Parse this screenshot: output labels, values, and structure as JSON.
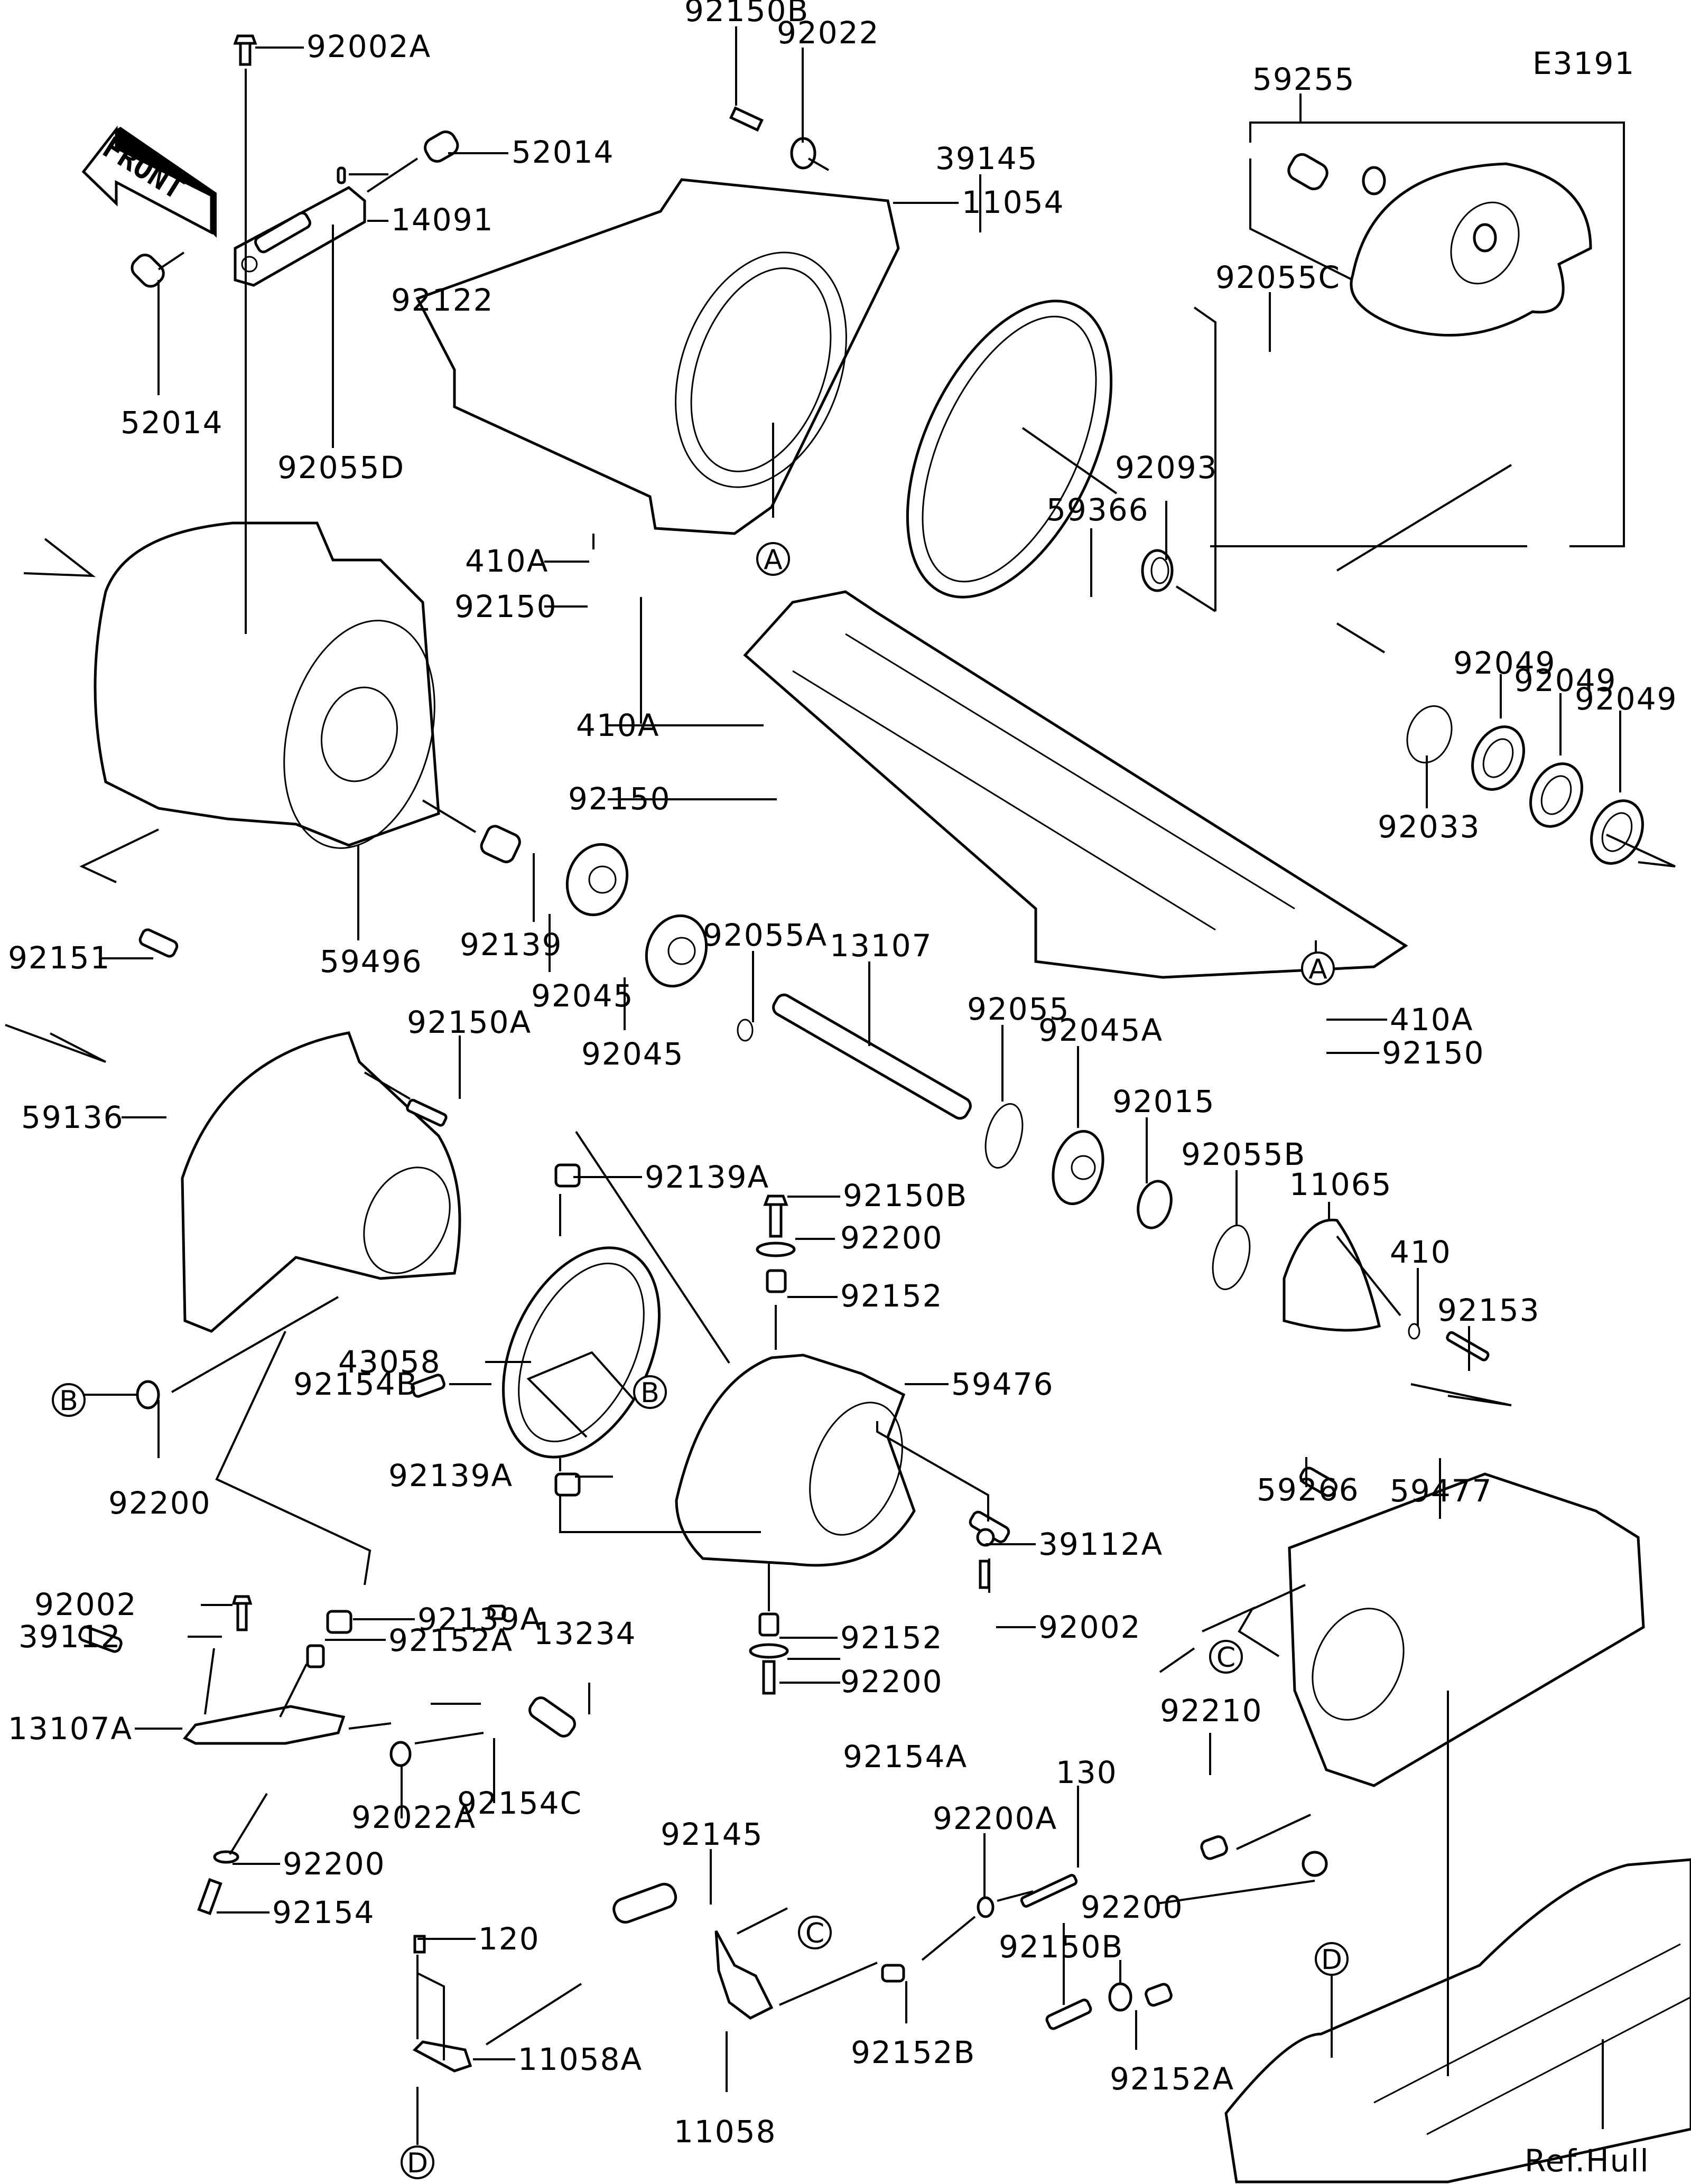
{
  "diagram": {
    "code": "E3191",
    "direction_marker": "FRONT",
    "reference_note": "Ref.Hull",
    "ref_markers": [
      "A",
      "B",
      "C",
      "D"
    ],
    "callouts": [
      {
        "id": "c1",
        "text": "92002A"
      },
      {
        "id": "c2",
        "text": "52014"
      },
      {
        "id": "c3",
        "text": "14091"
      },
      {
        "id": "c4",
        "text": "92122"
      },
      {
        "id": "c5",
        "text": "52014"
      },
      {
        "id": "c6",
        "text": "92055D"
      },
      {
        "id": "c7",
        "text": "92150B"
      },
      {
        "id": "c8",
        "text": "92022"
      },
      {
        "id": "c9",
        "text": "11054"
      },
      {
        "id": "c10",
        "text": "39145"
      },
      {
        "id": "c11",
        "text": "59255"
      },
      {
        "id": "c12",
        "text": "92055C"
      },
      {
        "id": "c13",
        "text": "92093"
      },
      {
        "id": "c14",
        "text": "410A"
      },
      {
        "id": "c15",
        "text": "92150"
      },
      {
        "id": "c16",
        "text": "59366"
      },
      {
        "id": "c17",
        "text": "410A"
      },
      {
        "id": "c18",
        "text": "92150"
      },
      {
        "id": "c19",
        "text": "92049"
      },
      {
        "id": "c20",
        "text": "92049"
      },
      {
        "id": "c21",
        "text": "92049"
      },
      {
        "id": "c22",
        "text": "92033"
      },
      {
        "id": "c23",
        "text": "410A"
      },
      {
        "id": "c24",
        "text": "92150"
      },
      {
        "id": "c25",
        "text": "92151"
      },
      {
        "id": "c26",
        "text": "59496"
      },
      {
        "id": "c27",
        "text": "92139"
      },
      {
        "id": "c28",
        "text": "92045"
      },
      {
        "id": "c29",
        "text": "92045"
      },
      {
        "id": "c30",
        "text": "92055A"
      },
      {
        "id": "c31",
        "text": "13107"
      },
      {
        "id": "c32",
        "text": "92055"
      },
      {
        "id": "c33",
        "text": "92045A"
      },
      {
        "id": "c34",
        "text": "92015"
      },
      {
        "id": "c35",
        "text": "92055B"
      },
      {
        "id": "c36",
        "text": "11065"
      },
      {
        "id": "c37",
        "text": "410"
      },
      {
        "id": "c38",
        "text": "92153"
      },
      {
        "id": "c39",
        "text": "92150A"
      },
      {
        "id": "c40",
        "text": "59136"
      },
      {
        "id": "c41",
        "text": "92150B"
      },
      {
        "id": "c42",
        "text": "92139A"
      },
      {
        "id": "c43",
        "text": "92200"
      },
      {
        "id": "c44",
        "text": "92152"
      },
      {
        "id": "c45",
        "text": "43058"
      },
      {
        "id": "c46",
        "text": "59476"
      },
      {
        "id": "c47",
        "text": "92154B"
      },
      {
        "id": "c48",
        "text": "92139A"
      },
      {
        "id": "c49",
        "text": "92200"
      },
      {
        "id": "c50",
        "text": "39112A"
      },
      {
        "id": "c51",
        "text": "92002"
      },
      {
        "id": "c52",
        "text": "92152"
      },
      {
        "id": "c53",
        "text": "92200"
      },
      {
        "id": "c54",
        "text": "92154A"
      },
      {
        "id": "c55",
        "text": "92002"
      },
      {
        "id": "c56",
        "text": "92139A"
      },
      {
        "id": "c57",
        "text": "39112"
      },
      {
        "id": "c58",
        "text": "92152A"
      },
      {
        "id": "c59",
        "text": "13234"
      },
      {
        "id": "c60",
        "text": "13107A"
      },
      {
        "id": "c61",
        "text": "92022A"
      },
      {
        "id": "c62",
        "text": "92154C"
      },
      {
        "id": "c63",
        "text": "92200"
      },
      {
        "id": "c64",
        "text": "92154"
      },
      {
        "id": "c65",
        "text": "59266"
      },
      {
        "id": "c66",
        "text": "59477"
      },
      {
        "id": "c67",
        "text": "92210"
      },
      {
        "id": "c68",
        "text": "92145"
      },
      {
        "id": "c69",
        "text": "120"
      },
      {
        "id": "c70",
        "text": "11058A"
      },
      {
        "id": "c71",
        "text": "130"
      },
      {
        "id": "c72",
        "text": "92200A"
      },
      {
        "id": "c73",
        "text": "92200"
      },
      {
        "id": "c74",
        "text": "92150B"
      },
      {
        "id": "c75",
        "text": "92152B"
      },
      {
        "id": "c76",
        "text": "92152A"
      },
      {
        "id": "c77",
        "text": "11058"
      }
    ]
  }
}
